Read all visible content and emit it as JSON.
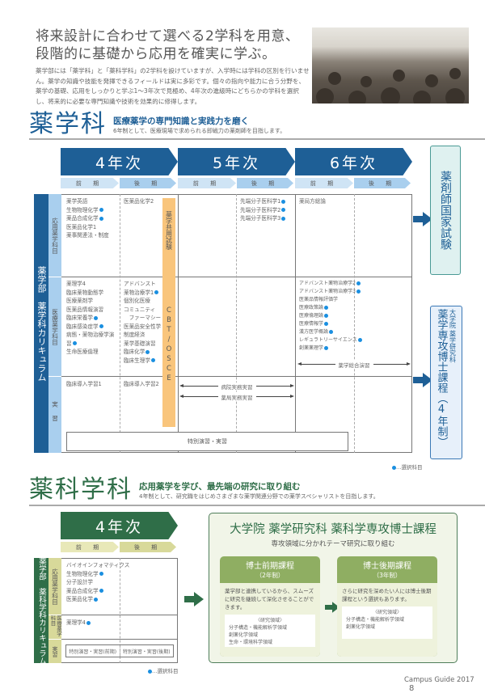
{
  "intro": {
    "headline_1": "将来設計に合わせて選べる2学科を用意、",
    "headline_2": "段階的に基礎から応用を確実に学ぶ。",
    "body": "薬学部には「薬学科」と「薬科学科」の2学科を設けていますが、入学時には学科の区別を行いません。薬学の知識や技能を発揮できるフィールドは実に多彩です。個々の指向や能力に合う分野を、薬学の基礎、応用をしっかりと学ぶ1〜3年次で見極め、4年次の進級時にどちらかの学科を選択し、将来的に必要な専門知識や技術を効果的に修得します。"
  },
  "colors": {
    "pharmacy_blue": "#1e5f96",
    "period_blue": "#a9cfee",
    "orange": "#f9c57c",
    "science_green": "#2f6e48",
    "olive": "#d8d99a",
    "grad_green": "#8fae62",
    "dot": "#1a8fe0"
  },
  "pharmacy": {
    "title": "薬学科",
    "subtitle": "医療薬学の専門知識と実践力を磨く",
    "description": "6年制として、医療現場で求められる即戦力の薬剤師を目指します。",
    "years": [
      "4年次",
      "5年次",
      "6年次"
    ],
    "periods": [
      "前 期",
      "後 期"
    ],
    "side_label": "薬学部　薬学科カリキュラム",
    "categories": [
      "応用薬学科目",
      "医療薬学科目",
      "実習"
    ],
    "applied": {
      "y4_first": [
        {
          "t": "薬学英語",
          "sel": false
        },
        {
          "t": "生物物理化学",
          "sel": true
        },
        {
          "t": "薬品合成化学",
          "sel": true
        },
        {
          "t": "医薬品化学1",
          "sel": false
        },
        {
          "t": "薬事関連法・制度",
          "sel": false
        }
      ],
      "y4_second": [
        {
          "t": "医薬品化学2",
          "sel": false
        }
      ],
      "y5_second": [
        {
          "t": "先端分子医科学1",
          "sel": true
        },
        {
          "t": "先端分子医科学2",
          "sel": true
        },
        {
          "t": "先端分子医科学3",
          "sel": true
        }
      ],
      "y6_first": [
        {
          "t": "薬局方総論",
          "sel": false
        }
      ]
    },
    "medical": {
      "y4_first": [
        {
          "t": "薬理学4",
          "sel": false
        },
        {
          "t": "臨床薬物動態学",
          "sel": false
        },
        {
          "t": "医療薬剤学",
          "sel": false
        },
        {
          "t": "医薬品情報演習",
          "sel": false
        },
        {
          "t": "臨床栄養学",
          "sel": true
        },
        {
          "t": "臨床感染症学",
          "sel": true
        },
        {
          "t": "病態・薬物治療学演習",
          "sel": true
        },
        {
          "t": "生命医療倫理",
          "sel": false
        }
      ],
      "y4_second": [
        {
          "t": "アドバンスト",
          "sel": false
        },
        {
          "t": "薬物治療学1",
          "sel": true
        },
        {
          "t": "個別化医療",
          "sel": false
        },
        {
          "t": "コミュニティ",
          "sel": false
        },
        {
          "t": "　ファーマシー",
          "sel": false
        },
        {
          "t": "医薬品安全性学",
          "sel": false
        },
        {
          "t": "制度経済",
          "sel": false
        },
        {
          "t": "薬学基礎演習",
          "sel": false
        },
        {
          "t": "臨床化学",
          "sel": true
        },
        {
          "t": "臨床生理学",
          "sel": true
        }
      ],
      "y6_first": [
        {
          "t": "アドバンスト薬物治療学2",
          "sel": true
        },
        {
          "t": "アドバンスト薬物治療学3",
          "sel": true
        },
        {
          "t": "医薬品情報評価学",
          "sel": false
        },
        {
          "t": "医療政策論",
          "sel": true
        },
        {
          "t": "医療倫理論",
          "sel": true
        },
        {
          "t": "医療情報学",
          "sel": true
        },
        {
          "t": "漢方医学概論",
          "sel": true
        },
        {
          "t": "レギュラトリーサイエンス",
          "sel": true
        },
        {
          "t": "創薬薬理学",
          "sel": true
        }
      ],
      "y6_span": "薬学総合演習"
    },
    "practice": {
      "y4_first": "臨床導入学習1",
      "y4_second": "臨床導入学習2",
      "y5_span_1": "病院実務実習",
      "y5_span_2": "薬局実務実習",
      "special": "特別演習・実習"
    },
    "common_exam": "薬学共用試験",
    "cbt": "CBT/OSCE",
    "outcome_1": "薬剤師国家試験",
    "outcome_2_small": "大学院 薬学研究科",
    "outcome_2_main": "薬学専攻博士課程（4年制）",
    "legend": "…選択科目"
  },
  "science": {
    "title": "薬科学科",
    "subtitle": "応用薬学を学び、最先端の研究に取り組む",
    "description": "4年制として、研究職をはじめさまざまな薬学関連分野での薬学スペシャリストを目指します。",
    "year": "4年次",
    "periods": [
      "前 期",
      "後 期"
    ],
    "side_label": "薬学部　薬科学科カリキュラム",
    "categories": [
      "応用薬学科目",
      "医療薬学科目",
      "実習"
    ],
    "applied": [
      {
        "t": "バイオインフォマティクス",
        "sel": false
      },
      {
        "t": "生物物理化学",
        "sel": true
      },
      {
        "t": "分子設計学",
        "sel": false
      },
      {
        "t": "薬品合成化学",
        "sel": true
      },
      {
        "t": "医薬品化学",
        "sel": true
      }
    ],
    "medical": [
      {
        "t": "薬理学4",
        "sel": true
      }
    ],
    "practice_first": "特別演習・実習(前期)",
    "practice_second": "特別演習・実習(後期)",
    "legend": "…選択科目",
    "grad": {
      "title": "大学院 薬学研究科 薬科学専攻博士課程",
      "subtitle": "専攻領域に分かれテーマ研究に取り組む",
      "master": {
        "title": "博士前期課程",
        "years": "（2年制）",
        "text": "薬学部と連携しているから、スムーズに研究を継続して深化させることができます。",
        "field_label": "〈研究領域〉",
        "fields": [
          "分子構造・機能解析学領域",
          "創薬化学領域",
          "生命・環境科学領域"
        ]
      },
      "doctor": {
        "title": "博士後期課程",
        "years": "（3年制）",
        "text": "さらに研究を深めたい人には博士後期課程という選択もあります。",
        "field_label": "〈研究領域〉",
        "fields": [
          "分子構造・機能解析学領域",
          "創薬化学領域"
        ]
      }
    }
  },
  "footer": {
    "guide": "Campus Guide 2017",
    "page": "8"
  }
}
